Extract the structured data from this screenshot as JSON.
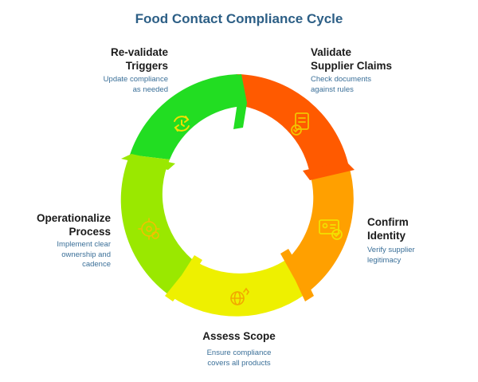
{
  "title": "Food Contact Compliance Cycle",
  "stages": [
    {
      "title": "Re-validate\nTriggers",
      "desc": "Update compliance\nas needed",
      "color": "#22dd22",
      "icon": "refresh-clock-icon"
    },
    {
      "title": "Validate\nSupplier Claims",
      "desc": "Check documents\nagainst rules",
      "color": "#ff5a00",
      "icon": "document-check-icon"
    },
    {
      "title": "Confirm\nIdentity",
      "desc": "Verify supplier\nlegitimacy",
      "color": "#ffa000",
      "icon": "id-card-check-icon"
    },
    {
      "title": "Assess Scope",
      "desc": "Ensure compliance\ncovers all products",
      "color": "#eef000",
      "icon": "globe-hand-icon"
    },
    {
      "title": "Operationalize\nProcess",
      "desc": "Implement clear\nownership and\ncadence",
      "color": "#9ae800",
      "icon": "gear-settings-icon"
    }
  ]
}
